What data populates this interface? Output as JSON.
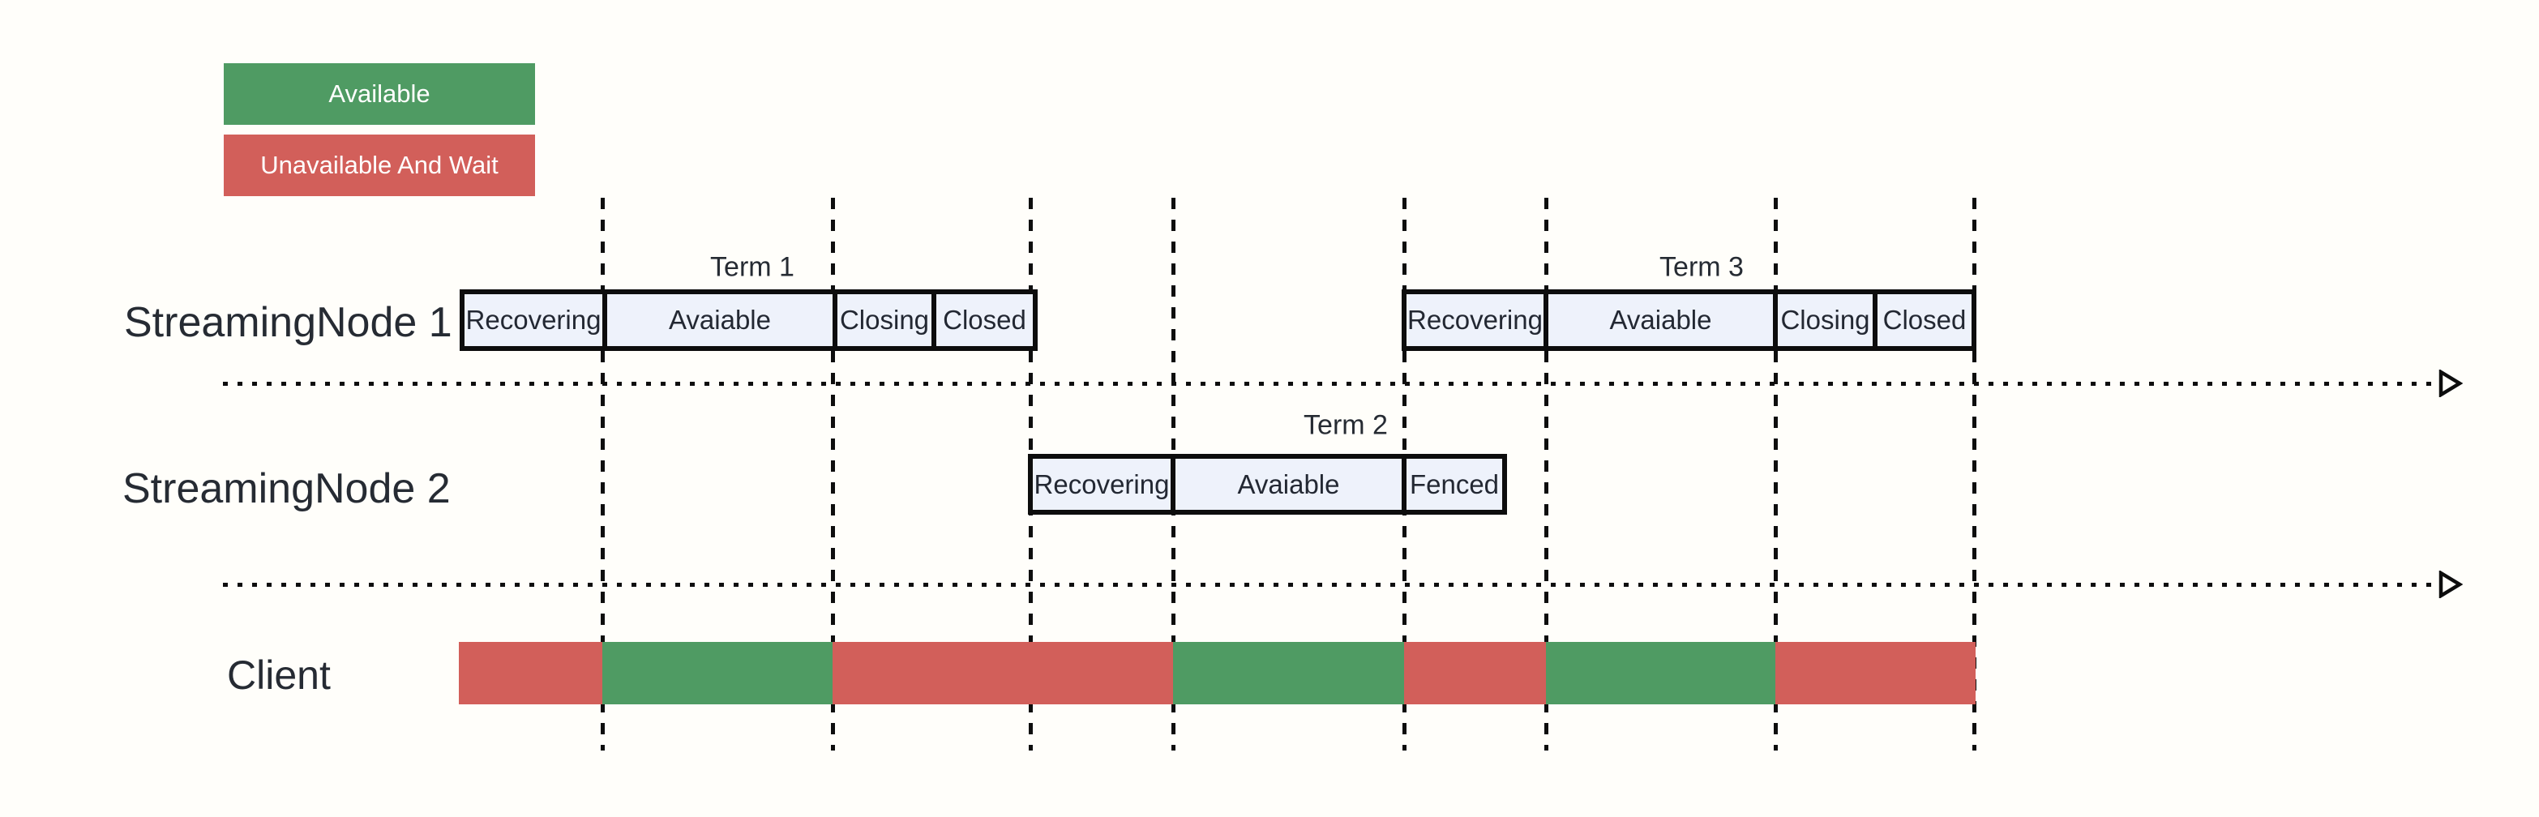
{
  "legend": {
    "items": [
      {
        "label": "Available",
        "color": "#4f9b63"
      },
      {
        "label": "Unavailable And Wait",
        "color": "#d25f5a"
      }
    ]
  },
  "rows": [
    {
      "label": "StreamingNode 1"
    },
    {
      "label": "StreamingNode 2"
    },
    {
      "label": "Client"
    }
  ],
  "terms": [
    {
      "label": "Term 1",
      "segments": [
        {
          "label": "Recovering"
        },
        {
          "label": "Avaiable"
        },
        {
          "label": "Closing"
        },
        {
          "label": "Closed"
        }
      ]
    },
    {
      "label": "Term 2",
      "segments": [
        {
          "label": "Recovering"
        },
        {
          "label": "Avaiable"
        },
        {
          "label": "Fenced"
        }
      ]
    },
    {
      "label": "Term 3",
      "segments": [
        {
          "label": "Recovering"
        },
        {
          "label": "Avaiable"
        },
        {
          "label": "Closing"
        },
        {
          "label": "Closed"
        }
      ]
    }
  ],
  "client_bar": {
    "segments": [
      "unavailable",
      "available",
      "unavailable",
      "available",
      "unavailable",
      "available",
      "unavailable"
    ]
  },
  "colors": {
    "available": "#4f9b63",
    "unavailable": "#d25f5a",
    "state_box_fill": "#eef2fb",
    "line": "#0d0d0d",
    "background": "#fffefa"
  }
}
